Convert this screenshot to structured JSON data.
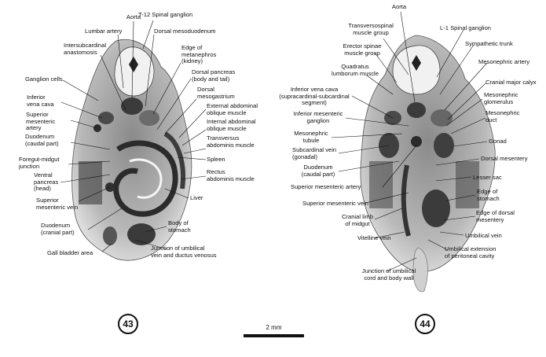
{
  "figures": [
    {
      "number": "43",
      "labels": {
        "aorta": "Aorta",
        "t12_spinal_ganglion": "T-12 Spinal ganglion",
        "lumbar_artery": "Lumbar artery",
        "dorsal_mesoduodenum": "Dorsal mesoduodenum",
        "intersubcardinal_anastomosis": "Intersubcardinal\nanastomosis",
        "edge_of_metanephros": "Edge of\nmetanephros\n(kidney)",
        "ganglion_cells": "Ganglion cells",
        "dorsal_pancreas": "Dorsal pancreas\n(body and tail)",
        "inferior_vena_cava": "Inferior\nvena cava",
        "dorsal_mesogastrium": "Dorsal\nmesogastrium",
        "superior_mesenteric_artery": "Superior\nmesenteric\nartery",
        "external_abdominal_oblique": "External abdominal\noblique muscle",
        "duodenum_caudal": "Duodenum\n(caudal part)",
        "internal_abdominal_oblique": "Internal abdominal\noblique muscle",
        "transversus_abdominis": "Transversus\nabdominis muscle",
        "foregut_midgut_junction": "Foregut-midgut\njunction",
        "ventral_pancreas": "Ventral\npancreas\n(head)",
        "spleen": "Spleen",
        "rectus_abdominis": "Rectus\nabdominis muscle",
        "superior_mesenteric_vein": "Superior\nmesenteric vein",
        "liver": "Liver",
        "duodenum_cranial": "Duodenum\n(cranial part)",
        "body_of_stomach": "Body of\nstomach",
        "gall_bladder_area": "Gall bladder area",
        "junction_umbilical_ductus": "Junction of umbilical\nvein and ductus venosus"
      }
    },
    {
      "number": "44",
      "labels": {
        "aorta": "Aorta",
        "transversospinal": "Transversospinal\nmuscle group",
        "l1_spinal_ganglion": "L-1 Spinal ganglion",
        "sympathetic_trunk": "Sympathetic trunk",
        "erector_spinae": "Erector spinae\nmuscle group",
        "mesonephric_artery": "Mesonephric artery",
        "quadratus_lumborum": "Quadratus\nlumborum muscle",
        "cranial_major_calyx": "Cranial major calyx",
        "inferior_vena_cava": "Inferior vena cava\n(supracardinal-subcardinal\nsegment)",
        "mesonephric_glomerulus": "Mesonephric\nglomerulus",
        "inferior_mesenteric_ganglion": "Inferior mesenteric\nganglion",
        "mesonephric_duct": "Mesonephric\nduct",
        "mesonephric_tubule": "Mesonephric\ntubule",
        "gonad": "Gonad",
        "subcardinal_vein": "Subcardinal vein\n(gonadal)",
        "duodenum_caudal": "Duodenum\n(caudal part)",
        "dorsal_mesentery": "Dorsal mesentery",
        "lesser_sac": "Lesser sac",
        "superior_mesenteric_artery": "Superior mesenteric artery",
        "edge_of_stomach": "Edge of\nstomach",
        "superior_mesenteric_vein": "Superior mesenteric vein",
        "edge_of_dorsal_mesentery": "Edge of dorsal\nmesentery",
        "cranial_limb_midgut": "Cranial limb\nof midgut",
        "umbilical_vein": "Umbilical vein",
        "vitelline_vein": "Vitelline vein",
        "umbilical_extension": "Umbilical extension\nof peritoneal cavity",
        "junction_umbilical_cord": "Junction of umbilical\ncord and body wall"
      }
    }
  ],
  "scale_bar": {
    "label": "2 mm"
  },
  "colors": {
    "tissue_light": "#d9d9d9",
    "tissue_mid": "#8c8c8c",
    "tissue_dark": "#2b2b2b",
    "line": "#111111"
  }
}
